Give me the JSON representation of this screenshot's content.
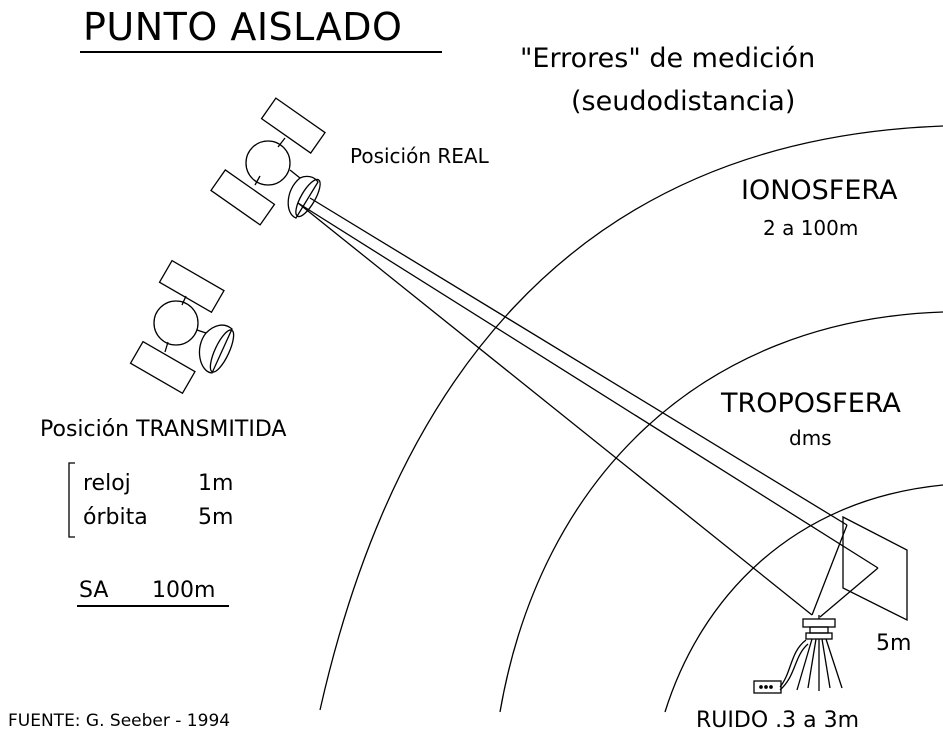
{
  "title": "PUNTO AISLADO",
  "subtitle_line1": "\"Errores\" de medición",
  "subtitle_line2": "(seudodistancia)",
  "real_position_label": "Posición REAL",
  "ionosphere": {
    "label": "IONOSFERA",
    "value": "2 a 100m"
  },
  "troposphere": {
    "label": "TROPOSFERA",
    "value": "dms"
  },
  "transmitted_position_label": "Posición TRANSMITIDA",
  "errors": [
    {
      "label": "reloj",
      "value": "1m"
    },
    {
      "label": "órbita",
      "value": "5m"
    }
  ],
  "sa": {
    "label": "SA",
    "value": "100m"
  },
  "multipath_value": "5m",
  "noise_label": "RUIDO .3 a 3m",
  "source": "FUENTE: G. Seeber - 1994"
}
